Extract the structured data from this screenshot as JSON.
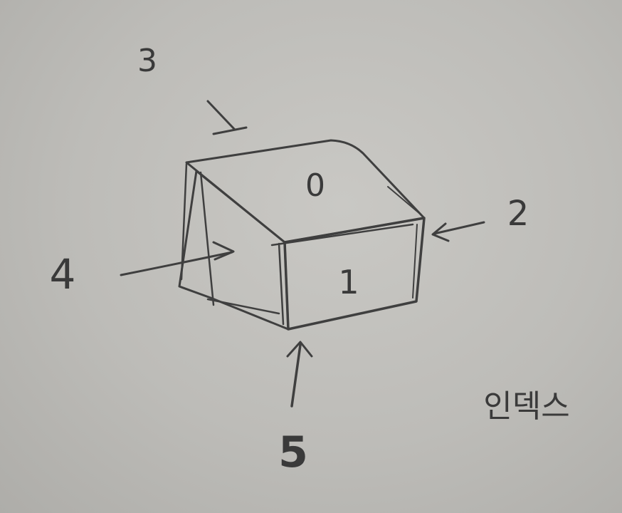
{
  "face_labels": {
    "top": "0",
    "front": "1",
    "right": "2",
    "back": "3",
    "left": "4",
    "bottom": "5"
  },
  "caption": "인덱스"
}
